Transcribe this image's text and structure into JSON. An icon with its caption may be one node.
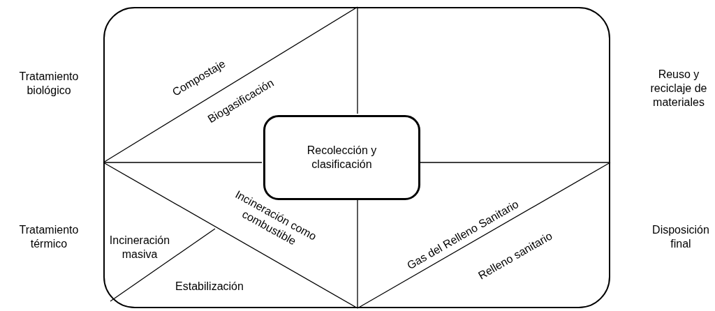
{
  "diagram": {
    "nodes": [
      {
        "text": [],
        "shape": "box"
      },
      {
        "text": [
          "Recolección y clasificación"
        ],
        "in": 0
      }
    ],
    "labels": [
      "Tratamiento biológico",
      "Compostaje",
      "Reuso y reciclaje de materiales",
      "Biogasificación",
      "Tratamiento térmico",
      "Incineración como combustible",
      "Gas del Relleno Sanitario",
      "Disposición final",
      "Incineración masiva",
      "Relleno sanitario",
      "Estabilización"
    ]
  }
}
